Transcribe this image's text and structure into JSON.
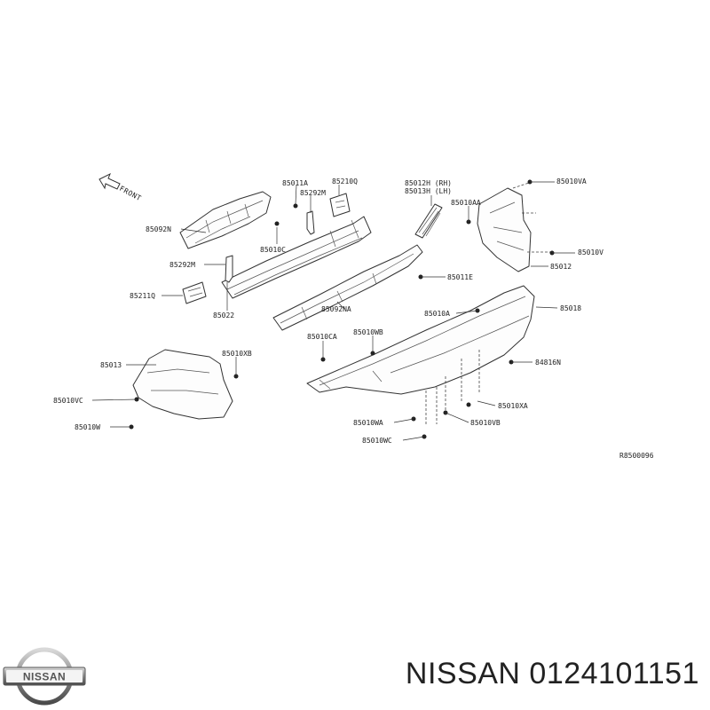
{
  "diagram": {
    "direction_label": "FRONT",
    "reference_code": "R8500096",
    "callouts": {
      "c85011A": "85011A",
      "c85292M_top": "85292M",
      "c85210Q": "85210Q",
      "c85012H": "85012H (RH)",
      "c85013H": "85013H (LH)",
      "c85010VA": "85010VA",
      "c85010AA": "85010AA",
      "c85092N": "85092N",
      "c85010C": "85010C",
      "c85010V": "85010V",
      "c85012": "85012",
      "c85292M": "85292M",
      "c85011E": "85011E",
      "c85211Q": "85211Q",
      "c85022": "85022",
      "c85092NA": "85092NA",
      "c85010A": "85010A",
      "c85018": "85018",
      "c85010CA": "85010CA",
      "c85010WB": "85010WB",
      "c85013": "85013",
      "c85010XB": "85010XB",
      "c84816N": "84816N",
      "c85010VC": "85010VC",
      "c85010XA": "85010XA",
      "c85010W": "85010W",
      "c85010WA": "85010WA",
      "c85010VB": "85010VB",
      "c85010WC": "85010WC"
    }
  },
  "footer": {
    "brand": "NISSAN",
    "part_caption": "NISSAN 0124101151"
  }
}
